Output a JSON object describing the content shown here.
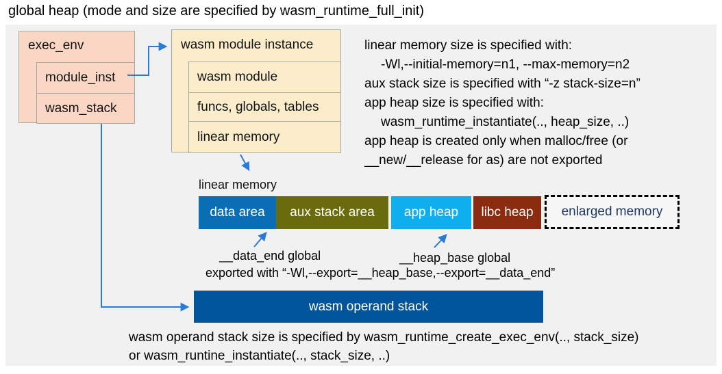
{
  "title": "global heap (mode and size are specified by wasm_runtime_full_init)",
  "exec_env_box": {
    "title": "exec_env",
    "items": [
      {
        "label": "module_inst"
      },
      {
        "label": "wasm_stack"
      }
    ]
  },
  "module_instance_box": {
    "title": "wasm module instance",
    "items": [
      {
        "label": "wasm module"
      },
      {
        "label": "funcs, globals, tables"
      },
      {
        "label": "linear memory"
      }
    ]
  },
  "notes_right": {
    "lines": [
      {
        "text": "linear memory size is specified with:"
      },
      {
        "text": "-Wl,--initial-memory=n1, --max-memory=n2"
      },
      {
        "text": "aux stack size is specified with “-z stack-size=n”"
      },
      {
        "text": "app heap size is specified with:"
      },
      {
        "text": "wasm_runtime_instantiate(.., heap_size, ..)"
      },
      {
        "text": "app heap is created only when malloc/free (or"
      },
      {
        "text": "__new/__release for as) are not exported"
      }
    ]
  },
  "linear_memory": {
    "label": "linear memory",
    "segments": [
      {
        "label": "data area",
        "color": "#0a6eb4",
        "text_color": "#ffffff",
        "style": "solid"
      },
      {
        "label": "aux stack area",
        "color": "#6a6b0d",
        "text_color": "#ffffff",
        "style": "solid"
      },
      {
        "label": "app heap",
        "color": "#0fafef",
        "text_color": "#ffffff",
        "style": "solid"
      },
      {
        "label": "libc heap",
        "color": "#8b2c10",
        "text_color": "#ffffff",
        "style": "solid"
      },
      {
        "label": "enlarged memory",
        "color": "#f7f7f7",
        "text_color": "#1f3864",
        "style": "dashed"
      }
    ]
  },
  "annotations": {
    "data_end": "__data_end global",
    "heap_base": "__heap_base global",
    "exported": "exported with “-Wl,--export=__heap_base,--export=__data_end”"
  },
  "operand_stack": {
    "label": "wasm operand stack",
    "color": "#00549c"
  },
  "notes_bottom": {
    "lines": [
      {
        "text": "wasm operand stack size is specified by wasm_runtime_create_exec_env(.., stack_size)"
      },
      {
        "text": "or wasm_runtine_instantiate(.., stack_size, ..)"
      }
    ]
  },
  "colors": {
    "panel_bg": "#f1f1f1",
    "exec_env_fill": "#fad7c5",
    "module_instance_fill": "#fcedca",
    "box_border": "#a6a6a6",
    "arrow": "#2b7ad5",
    "operand_stack_fill": "#00549c",
    "enlarged_memory_text": "#1f3864"
  }
}
